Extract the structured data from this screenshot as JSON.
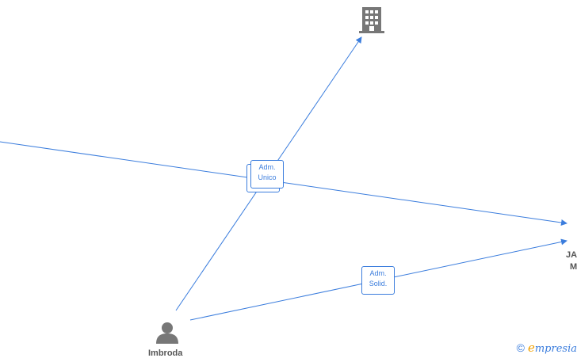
{
  "edges": [
    {
      "label_lines": [
        "Adm.",
        "Unico"
      ]
    },
    {
      "label_lines": [
        "Adm.",
        "Solid."
      ]
    }
  ],
  "nodes": {
    "person_name": "Imbroda",
    "company_partial_1": "JA",
    "company_partial_2": "M"
  },
  "icons": {
    "company": "building-icon",
    "person": "person-icon"
  },
  "colors": {
    "edge": "#3b7ddd",
    "icon": "#777777"
  },
  "footer": {
    "copyright_symbol": "©",
    "brand_first": "e",
    "brand_rest": "mpresia"
  }
}
